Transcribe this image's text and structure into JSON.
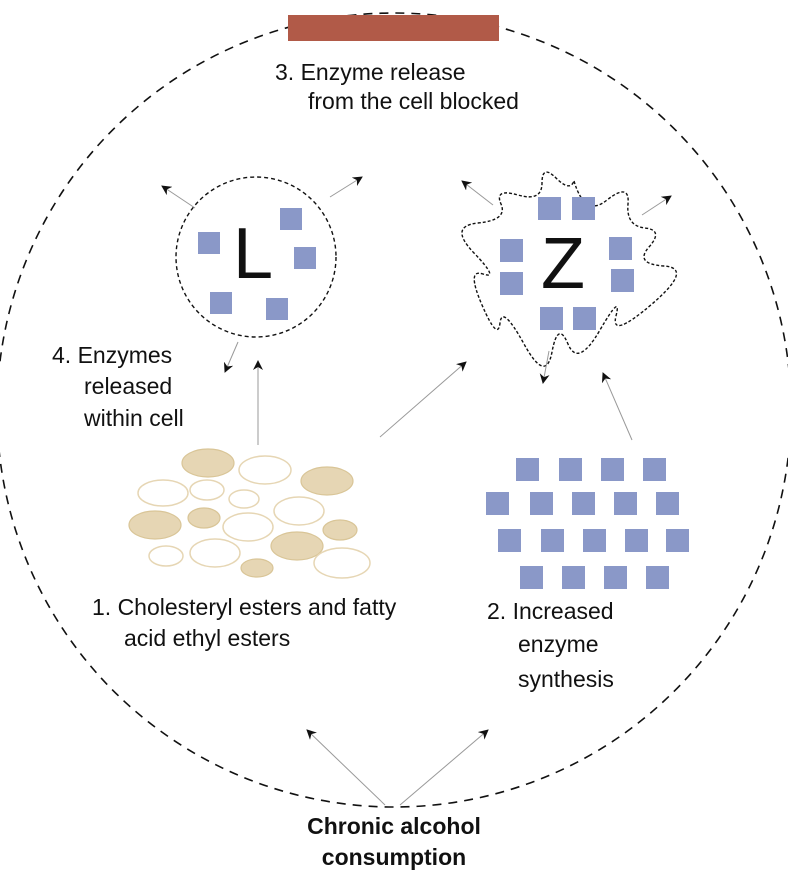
{
  "labels": {
    "step3_line1": "3. Enzyme release",
    "step3_line2": "from the cell blocked",
    "step4_line1": "4. Enzymes",
    "step4_line2": "released",
    "step4_line3": "within cell",
    "step1_line1": "1. Cholesteryl esters and fatty",
    "step1_line2": "acid ethyl esters",
    "step2_line1": "2. Increased",
    "step2_line2": "enzyme",
    "step2_line3": "synthesis",
    "cause_line1": "Chronic alcohol",
    "cause_line2": "consumption"
  },
  "cell_markers": {
    "left": "L",
    "right": "Z"
  },
  "colors": {
    "blocker": "#b15a48",
    "enzyme": "#8a98c8",
    "lipid_fill": "#e6d6b4",
    "lipid_stroke": "#d9c597",
    "arrow": "#999999"
  }
}
